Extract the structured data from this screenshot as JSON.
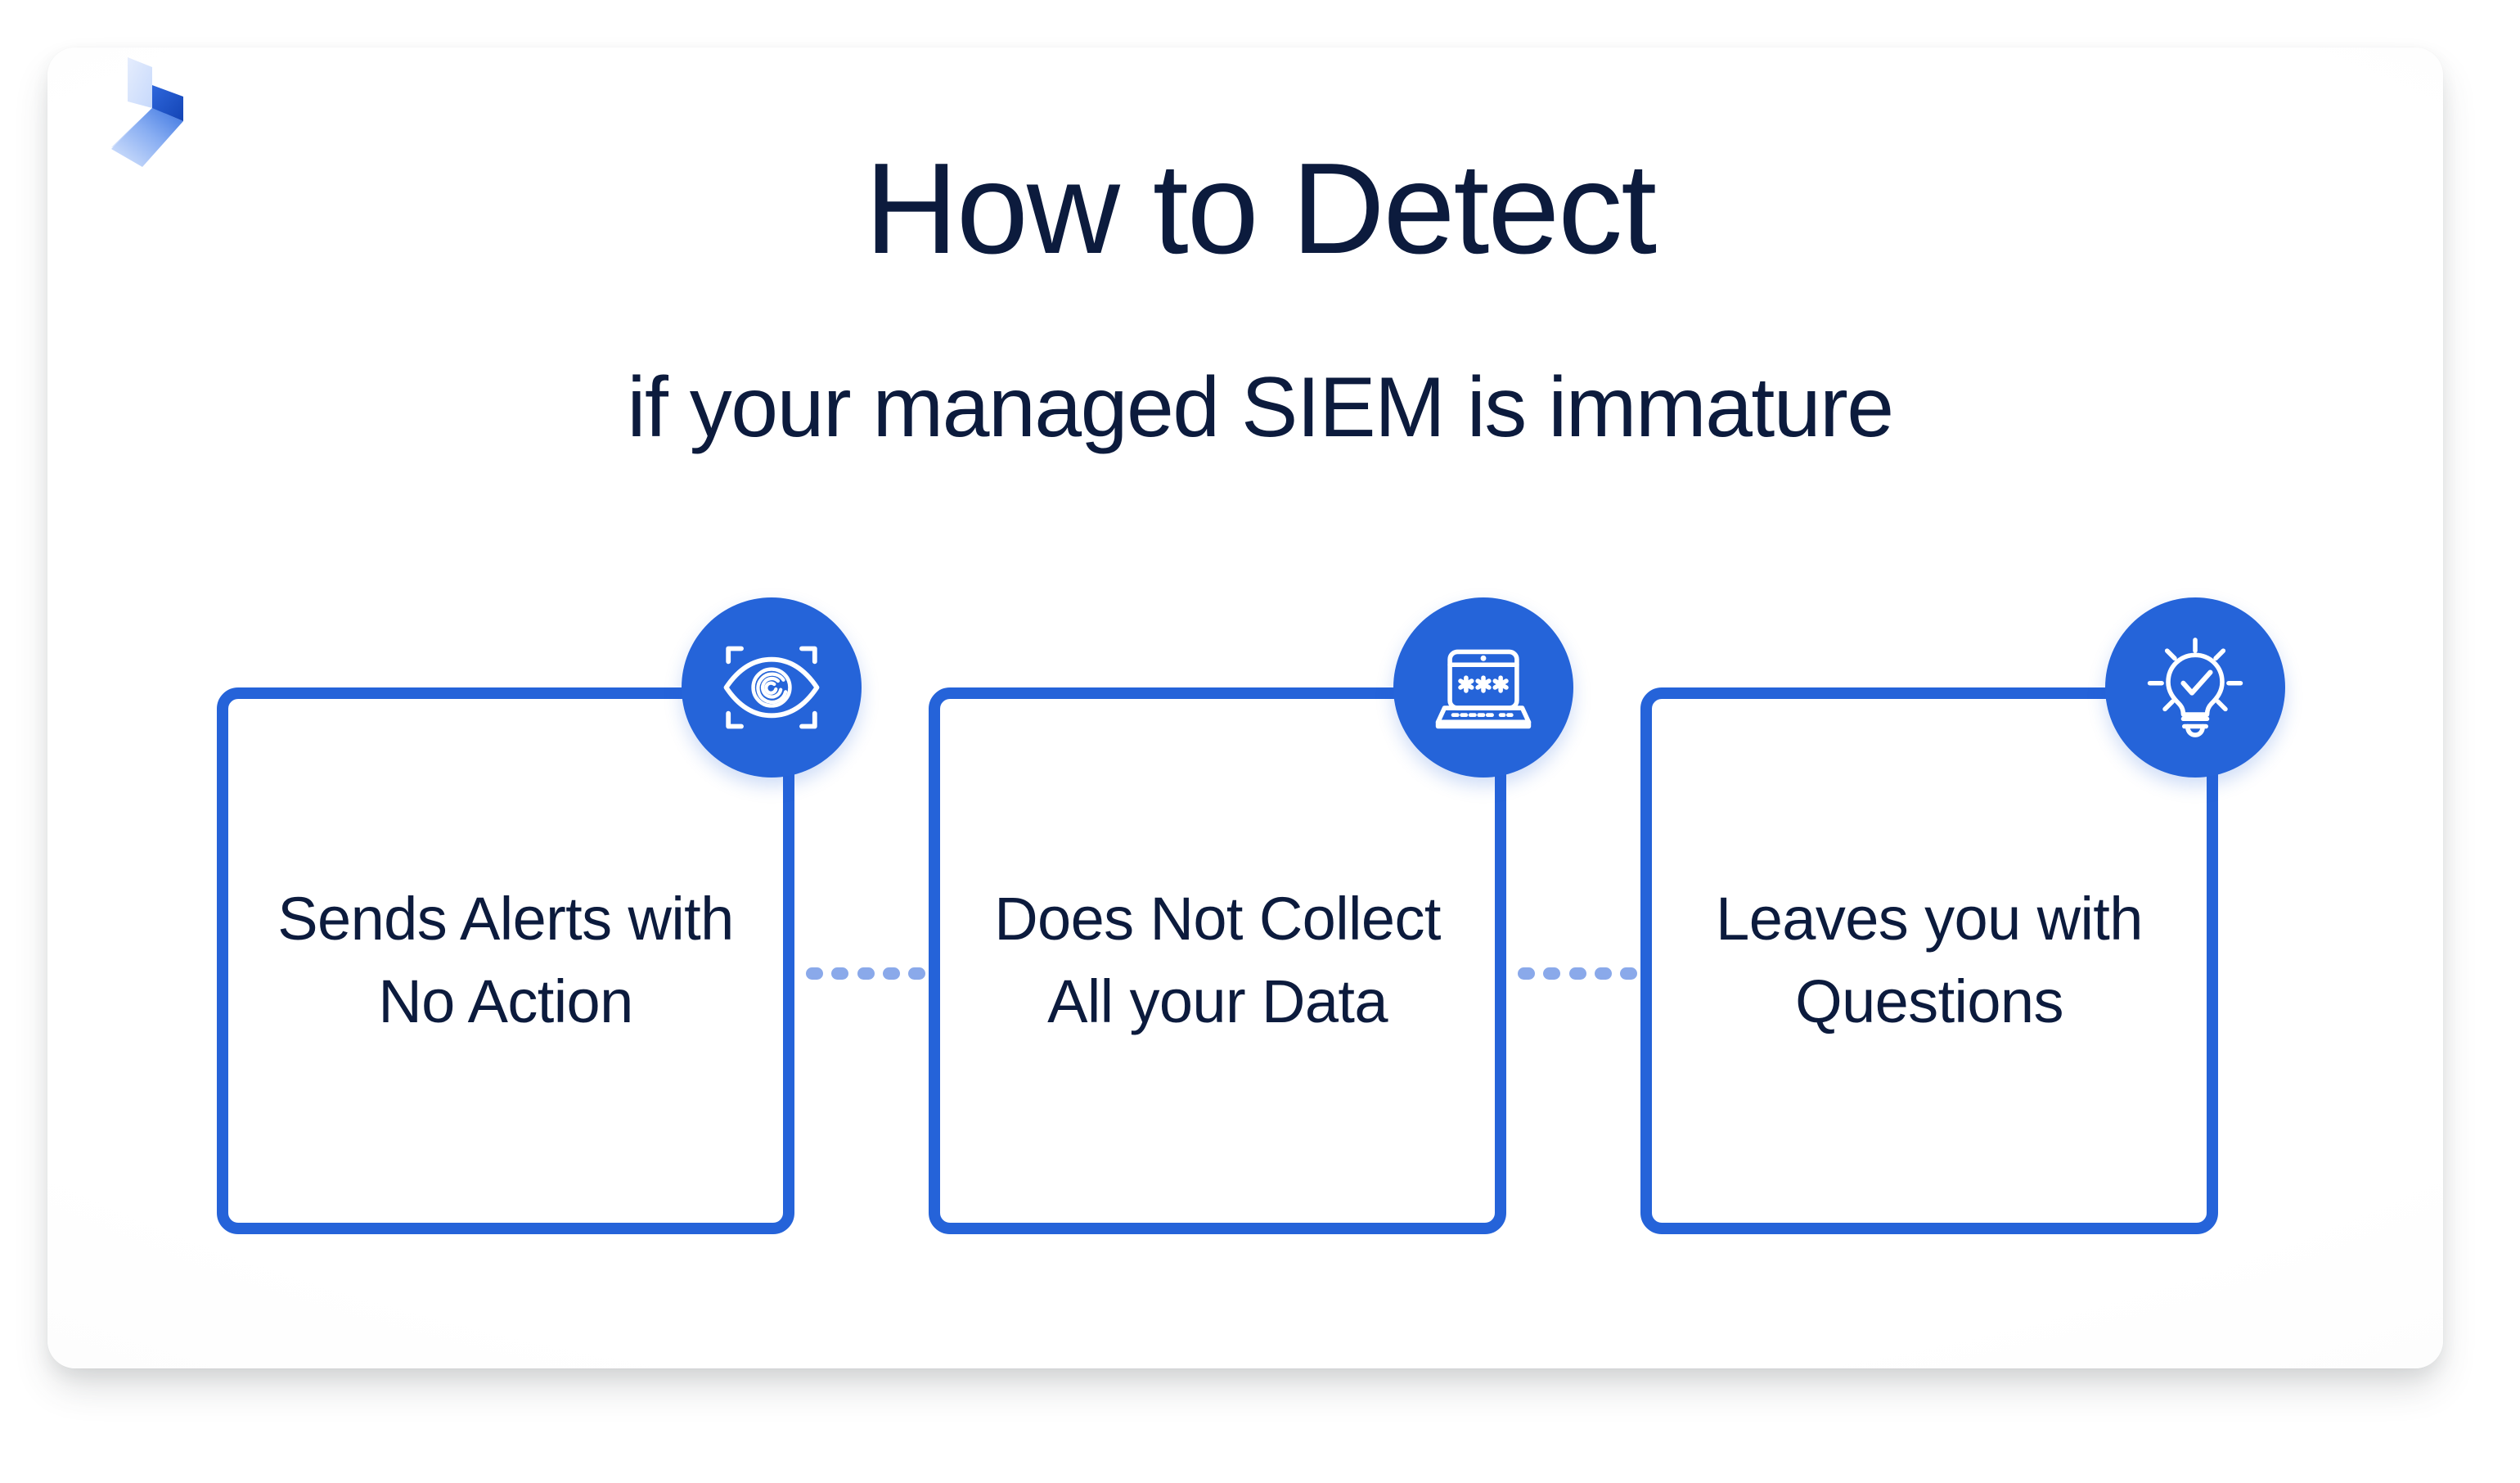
{
  "brand": {
    "logo_name": "brand-logo-mark",
    "logo_colors": [
      "#dce7fb",
      "#6f9bf0",
      "#1a52c9",
      "#2563d9"
    ]
  },
  "heading": {
    "title": "How to Detect",
    "subtitle": "if your managed SIEM is immature"
  },
  "colors": {
    "accent_blue": "#2563d9",
    "icon_circle_blue": "#2564d9",
    "connector_blue": "#8aa9ea",
    "text_navy": "#0c1b3d",
    "panel_white": "#ffffff"
  },
  "cards": [
    {
      "label": "Sends Alerts with No Action",
      "icon_name": "eye-scan-icon",
      "icon_description": "eye with spiral iris inside viewfinder corner brackets"
    },
    {
      "label": "Does Not Collect All your Data",
      "icon_name": "laptop-password-icon",
      "icon_description": "laptop screen showing three asterisks"
    },
    {
      "label": "Leaves you with Questions",
      "icon_name": "lightbulb-check-icon",
      "icon_description": "lightbulb with checkmark and radiating rays"
    }
  ],
  "connectors": [
    {
      "name": "connector-1-2",
      "dash_count": 5
    },
    {
      "name": "connector-2-3",
      "dash_count": 5
    }
  ]
}
